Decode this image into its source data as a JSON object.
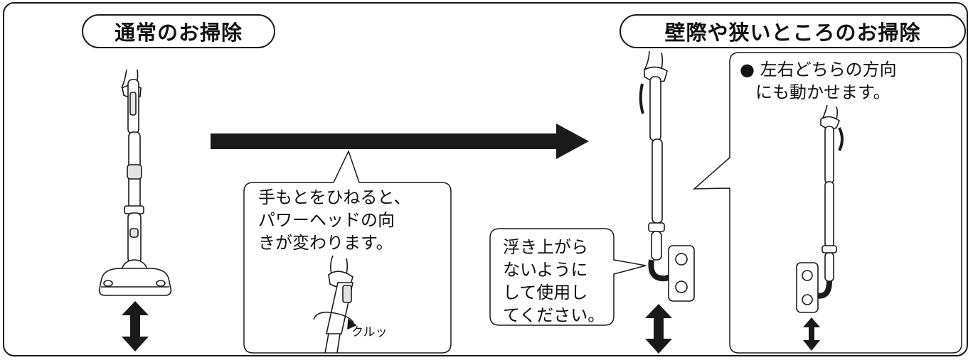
{
  "left_title": "通常のお掃除",
  "right_title": "壁際や狭いところのお掃除",
  "twist_note": [
    "手もとをひねると、",
    "パワーヘッドの向",
    "きが変わります。"
  ],
  "twist_sound": "クルッ",
  "lift_note": [
    "浮き上がら",
    "ないように",
    "して使用し",
    "てください。"
  ],
  "direction_note": [
    "● 左右どちらの方向",
    "にも動かせます。"
  ],
  "icons": [
    "double-arrow-icon",
    "right-arrow-icon"
  ]
}
